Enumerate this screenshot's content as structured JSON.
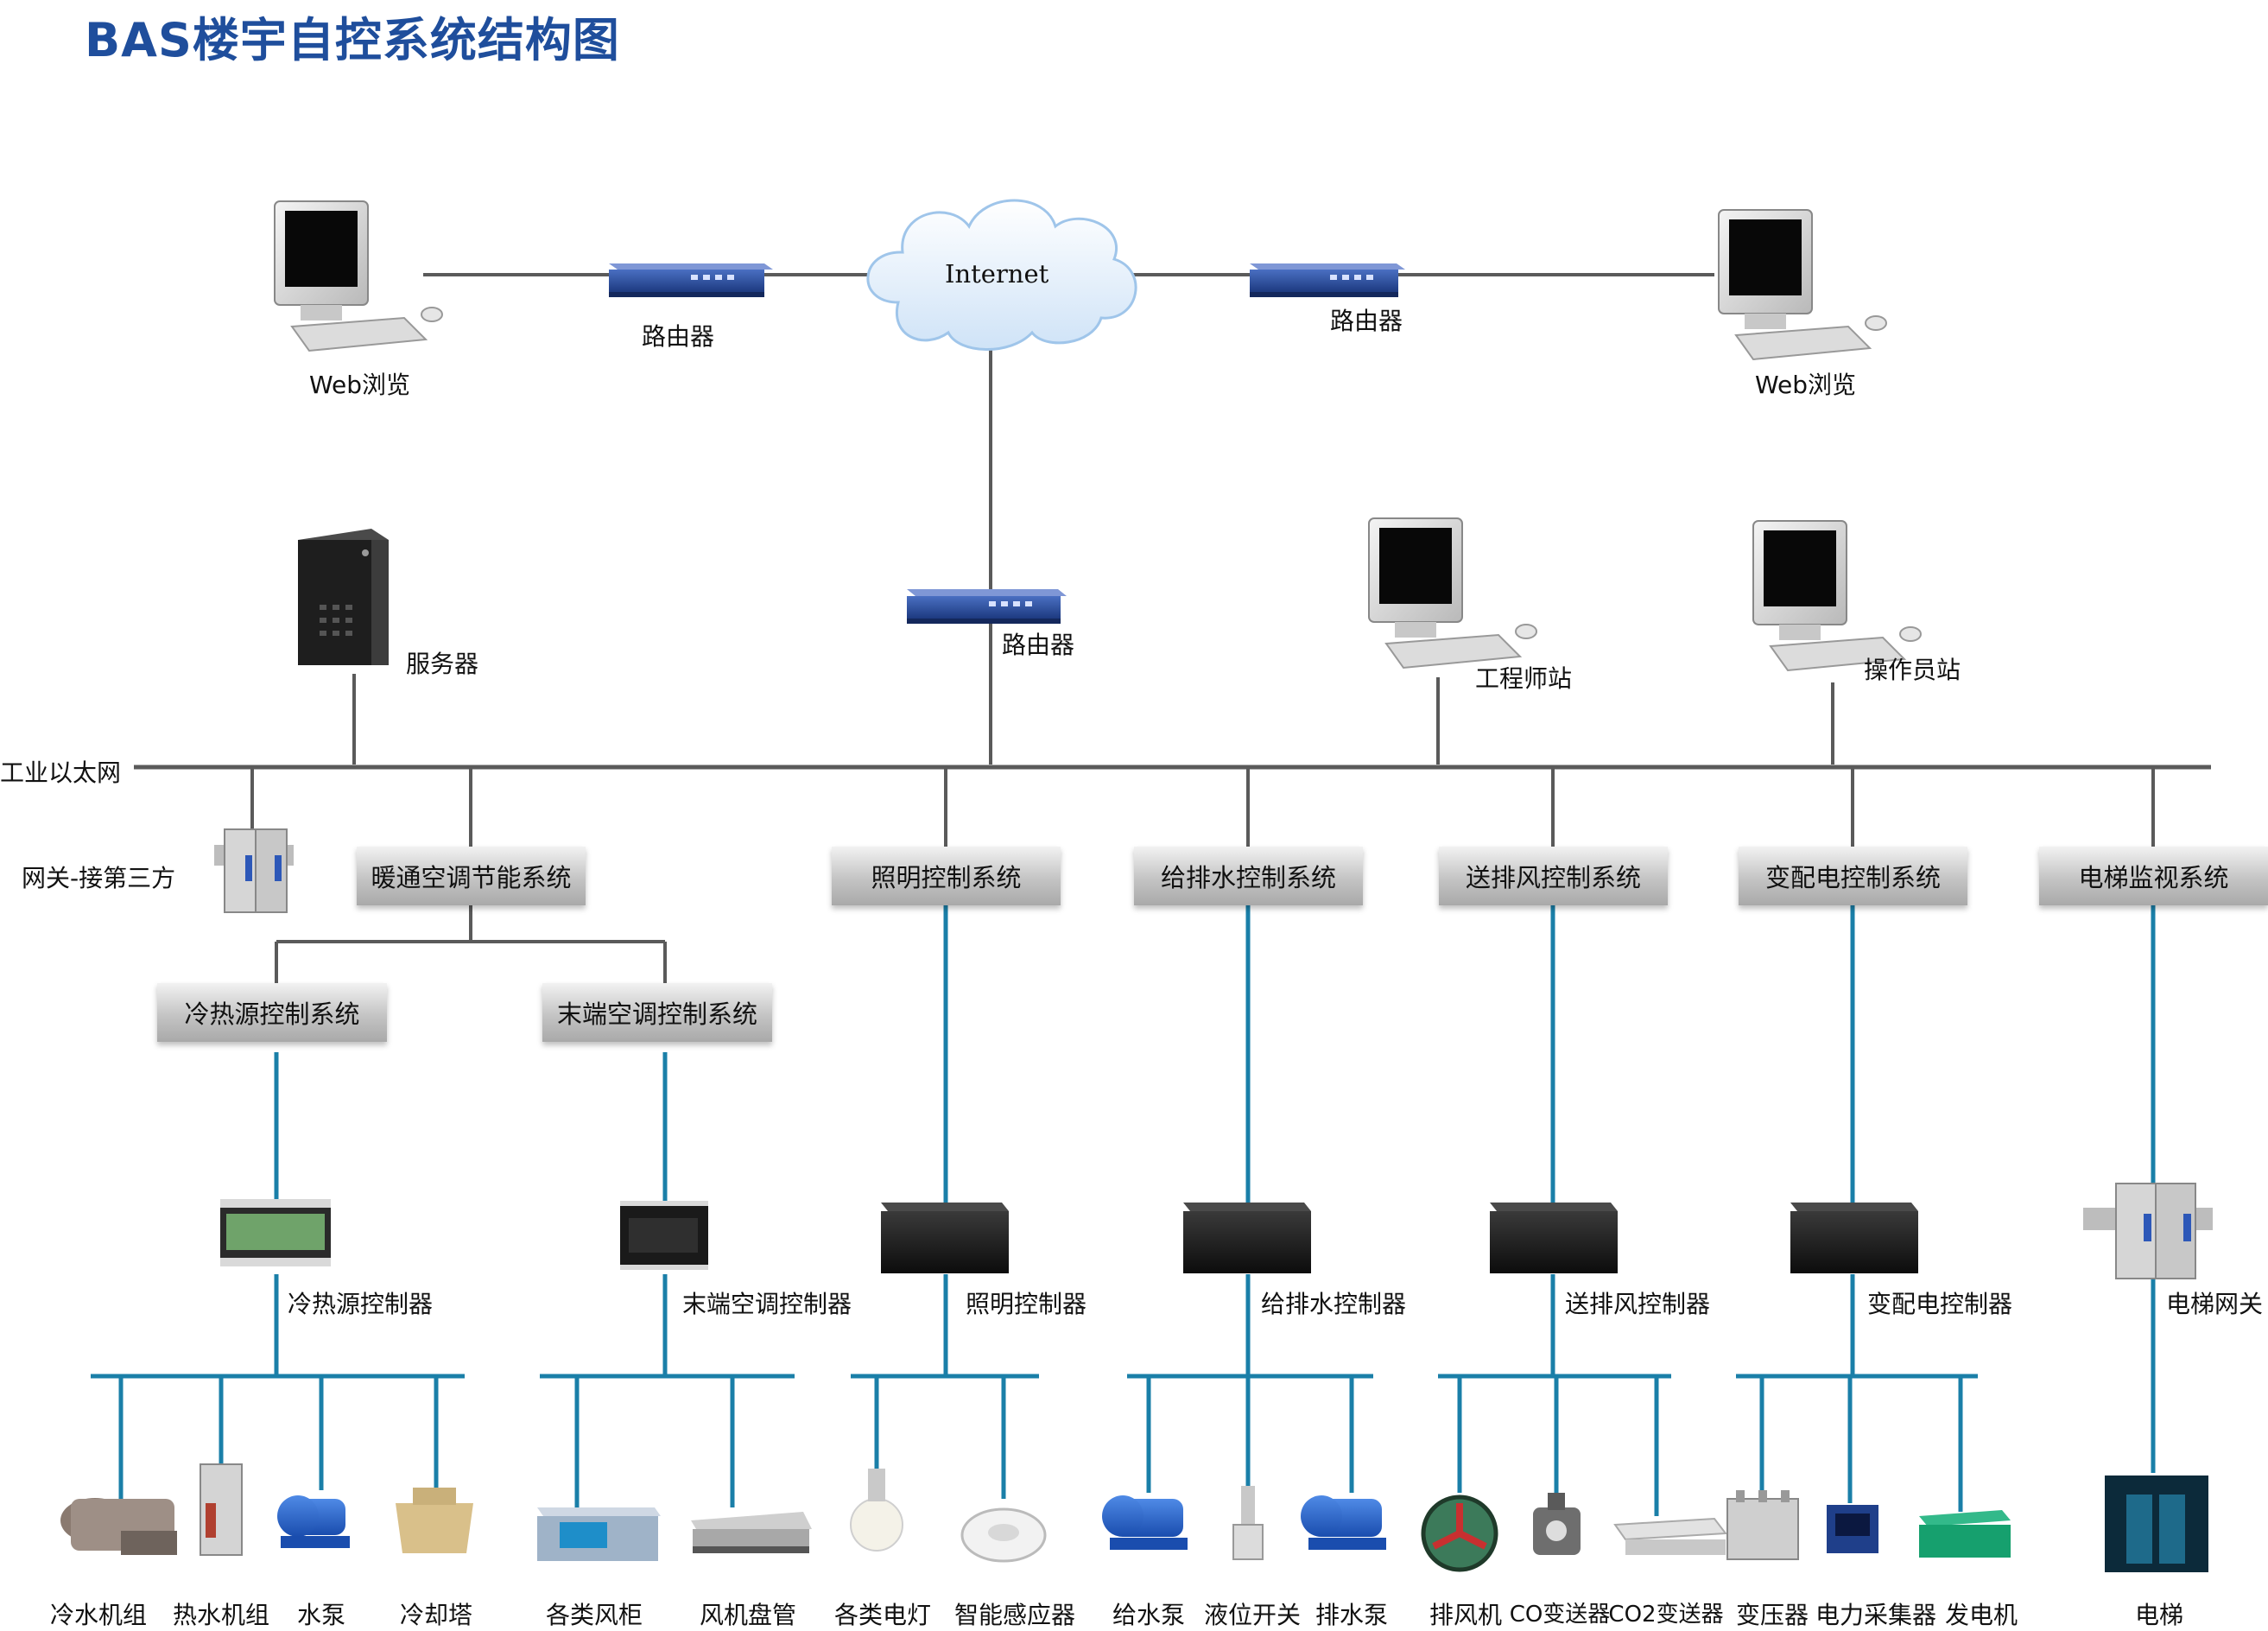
{
  "title": "BAS楼宇自控系统结构图",
  "network": {
    "internet": "Internet",
    "router_left": "路由器",
    "router_right": "路由器",
    "router_center": "路由器",
    "web_left": "Web浏览",
    "web_right": "Web浏览",
    "server": "服务器",
    "engineer_station": "工程师站",
    "operator_station": "操作员站",
    "ethernet": "工业以太网",
    "gateway_third_party": "网关-接第三方"
  },
  "systems": {
    "hvac": "暖通空调节能系统",
    "chiller_heat_source": "冷热源控制系统",
    "terminal_ac": "末端空调控制系统",
    "lighting": "照明控制系统",
    "water": "给排水控制系统",
    "ventilation": "送排风控制系统",
    "power": "变配电控制系统",
    "elevator": "电梯监视系统"
  },
  "controllers": {
    "chiller_heat_source": "冷热源控制器",
    "terminal_ac": "末端空调控制器",
    "lighting": "照明控制器",
    "water": "给排水控制器",
    "ventilation": "送排风控制器",
    "power": "变配电控制器",
    "elevator_gateway": "电梯网关"
  },
  "devices": {
    "chiller": "冷水机组",
    "hot_water_unit": "热水机组",
    "pump": "水泵",
    "cooling_tower": "冷却塔",
    "ahu": "各类风柜",
    "fan_coil": "风机盘管",
    "lamp": "各类电灯",
    "smart_sensor": "智能感应器",
    "supply_pump": "给水泵",
    "level_switch": "液位开关",
    "drain_pump": "排水泵",
    "exhaust_fan": "排风机",
    "co_transmitter": "CO变送器",
    "co2_transmitter": "CO2变送器",
    "transformer": "变压器",
    "power_collector": "电力采集器",
    "generator": "发电机",
    "elevator": "电梯"
  },
  "colors": {
    "title": "#1f4e9c",
    "ethernet_line": "#5a5a5a",
    "field_line": "#1a7fa8"
  }
}
